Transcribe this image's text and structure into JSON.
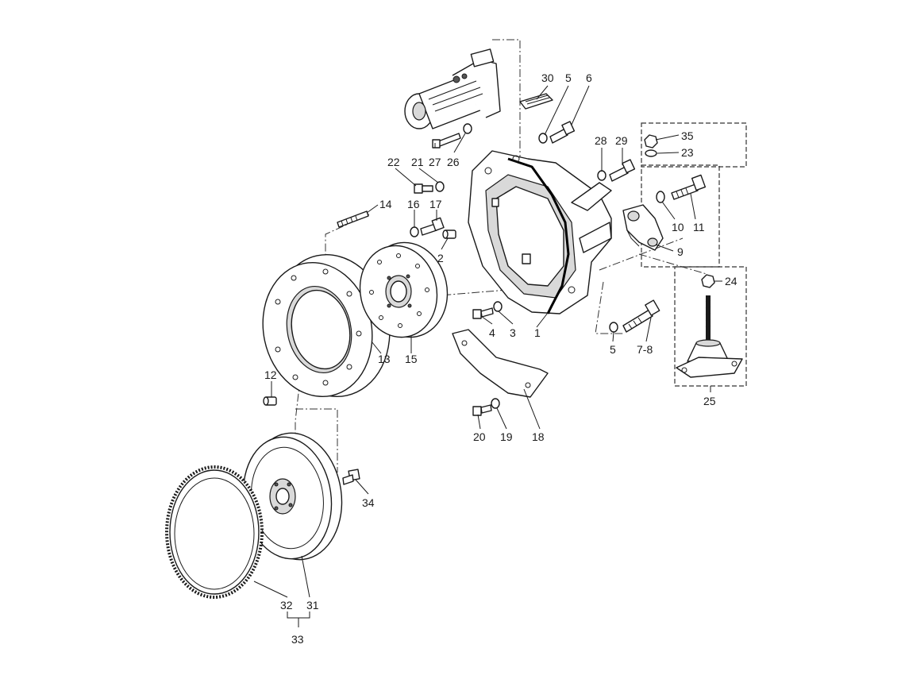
{
  "callouts": {
    "c1": "1",
    "c2": "2",
    "c3": "3",
    "c4": "4",
    "c5a": "5",
    "c5b": "5",
    "c6": "6",
    "c78": "7-8",
    "c9": "9",
    "c10": "10",
    "c11": "11",
    "c12": "12",
    "c13": "13",
    "c14": "14",
    "c15": "15",
    "c16": "16",
    "c17": "17",
    "c18": "18",
    "c19": "19",
    "c20": "20",
    "c21": "21",
    "c22": "22",
    "c23": "23",
    "c24": "24",
    "c25": "25",
    "c26": "26",
    "c27": "27",
    "c28": "28",
    "c29": "29",
    "c30": "30",
    "c31": "31",
    "c32": "32",
    "c33": "33",
    "c34": "34",
    "c35": "35"
  }
}
